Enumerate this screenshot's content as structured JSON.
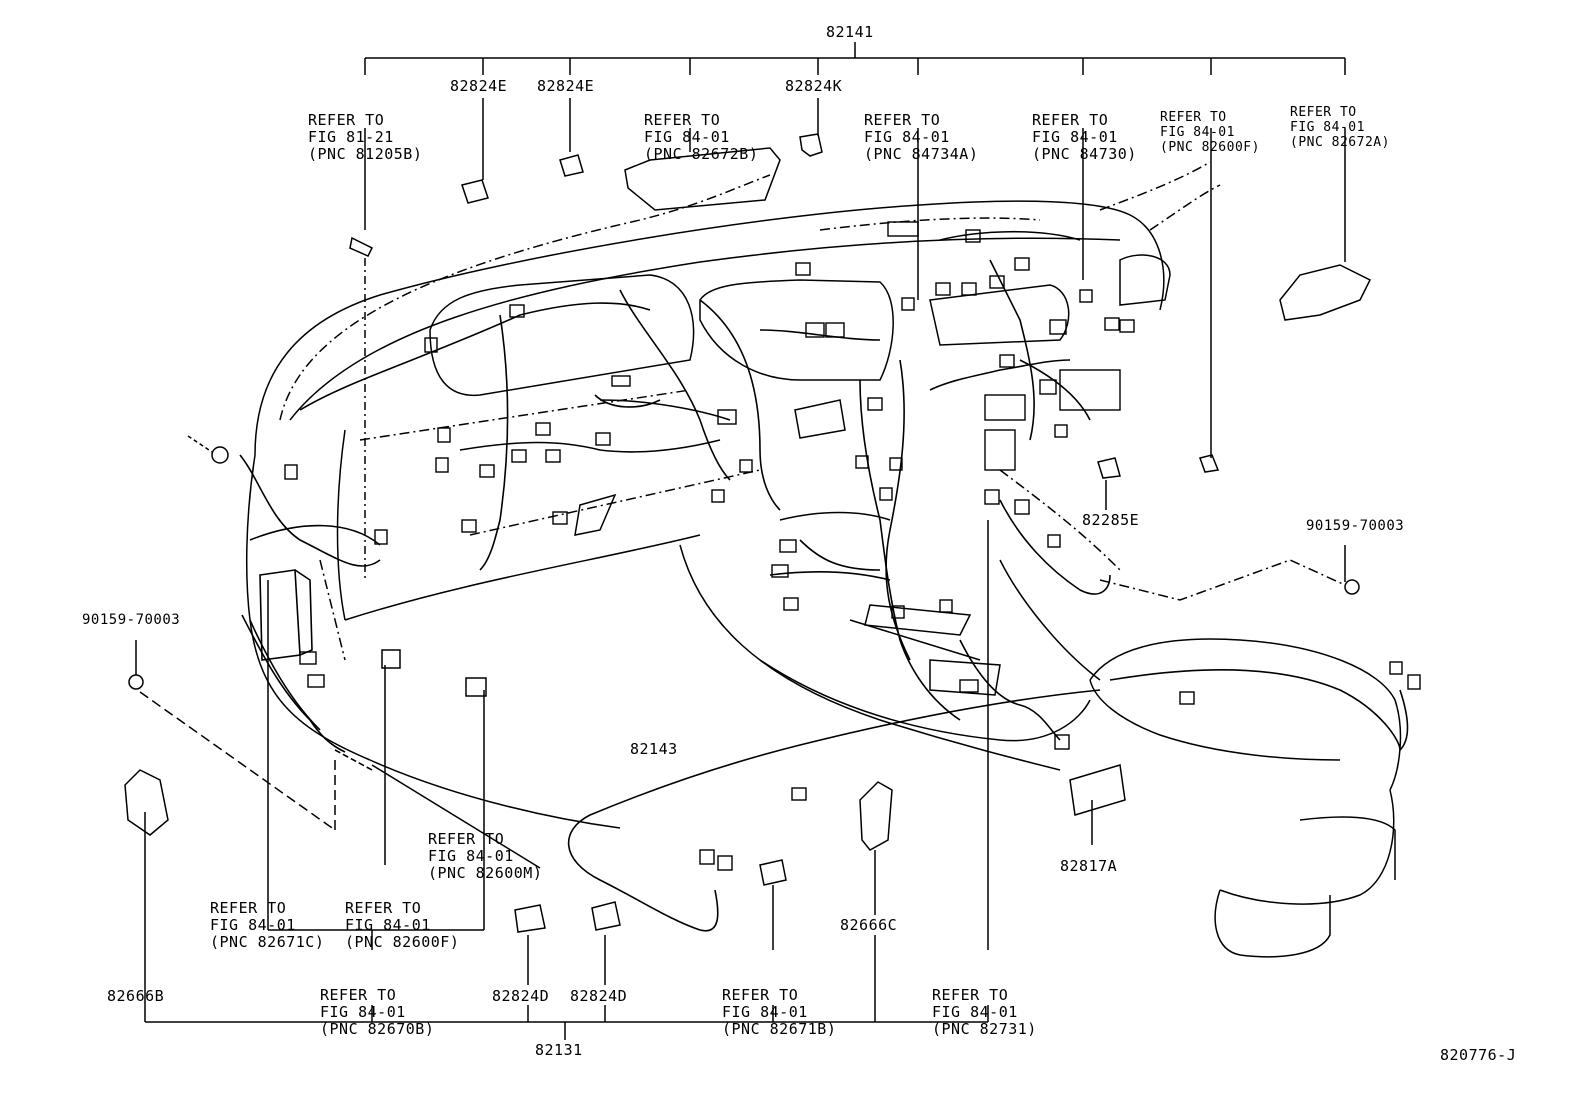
{
  "diagram": {
    "drawing_number": "820776-J",
    "top_assembly": "82141",
    "bottom_assembly": "82131",
    "floor_wire": "82143",
    "callouts": {
      "c_81205B": [
        "REFER TO",
        "FIG 81-21",
        "(PNC 81205B)"
      ],
      "p_82824E_1": "82824E",
      "p_82824E_2": "82824E",
      "c_82672B": [
        "REFER TO",
        "FIG 84-01",
        "(PNC 82672B)"
      ],
      "p_82824K": "82824K",
      "c_84734A": [
        "REFER TO",
        "FIG 84-01",
        "(PNC 84734A)"
      ],
      "c_84730": [
        "REFER TO",
        "FIG 84-01",
        "(PNC 84730)"
      ],
      "c_82600F_top": [
        "REFER TO",
        "FIG 84-01",
        "(PNC 82600F)"
      ],
      "c_82672A": [
        "REFER TO",
        "FIG 84-01",
        "(PNC 82672A)"
      ],
      "p_82285E": "82285E",
      "p_90159_right": "90159-70003",
      "p_90159_left": "90159-70003",
      "c_82600M": [
        "REFER TO",
        "FIG 84-01",
        "(PNC 82600M)"
      ],
      "c_82671C": [
        "REFER TO",
        "FIG 84-01",
        "(PNC 82671C)"
      ],
      "c_82600F_bot": [
        "REFER TO",
        "FIG 84-01",
        "(PNC 82600F)"
      ],
      "c_82670B": [
        "REFER TO",
        "FIG 84-01",
        "(PNC 82670B)"
      ],
      "p_82666B": "82666B",
      "p_82824D_1": "82824D",
      "p_82824D_2": "82824D",
      "c_82671B": [
        "REFER TO",
        "FIG 84-01",
        "(PNC 82671B)"
      ],
      "p_82666C": "82666C",
      "c_82731": [
        "REFER TO",
        "FIG 84-01",
        "(PNC 82731)"
      ],
      "p_82817A": "82817A"
    }
  }
}
